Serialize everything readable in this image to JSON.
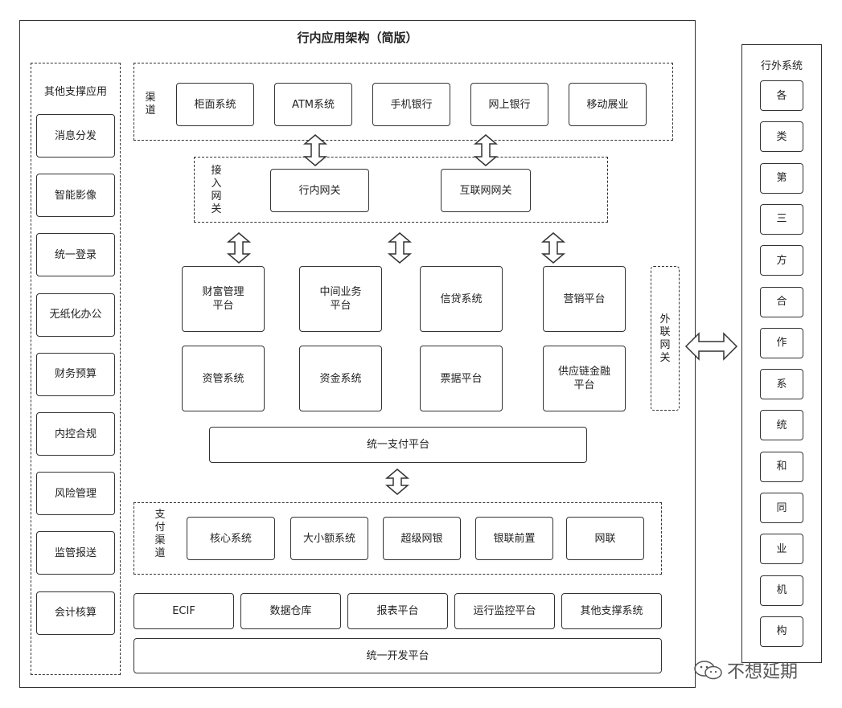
{
  "main": {
    "title": "行内应用架构（简版）"
  },
  "left_panel": {
    "title": "其他支撑应用",
    "items": [
      "消息分发",
      "智能影像",
      "统一登录",
      "无纸化办公",
      "财务预算",
      "内控合规",
      "风险管理",
      "监管报送",
      "会计核算"
    ]
  },
  "channels": {
    "label": "渠\n道",
    "items": [
      "柜面系统",
      "ATM系统",
      "手机银行",
      "网上银行",
      "移动展业"
    ]
  },
  "access_gateway": {
    "label": "接\n入\n网\n关",
    "items": [
      "行内网关",
      "互联网网关"
    ]
  },
  "business_row1": [
    "财富管理\n平台",
    "中间业务\n平台",
    "信贷系统",
    "营销平台"
  ],
  "business_row2": [
    "资管系统",
    "资金系统",
    "票据平台",
    "供应链金融\n平台"
  ],
  "external_gateway": {
    "label": "外\n联\n网\n关"
  },
  "unified_payment": "统一支付平台",
  "payment_channels": {
    "label": "支\n付\n渠\n道",
    "items": [
      "核心系统",
      "大小额系统",
      "超级网银",
      "银联前置",
      "网联"
    ]
  },
  "support_row": [
    "ECIF",
    "数据仓库",
    "报表平台",
    "运行监控平台",
    "其他支撑系统"
  ],
  "dev_platform": "统一开发平台",
  "external_systems": {
    "title": "行外系统",
    "items": [
      "各",
      "类",
      "第",
      "三",
      "方",
      "合",
      "作",
      "系",
      "统",
      "和",
      "同",
      "业",
      "机",
      "构"
    ]
  },
  "watermark": {
    "text": "不想延期"
  }
}
